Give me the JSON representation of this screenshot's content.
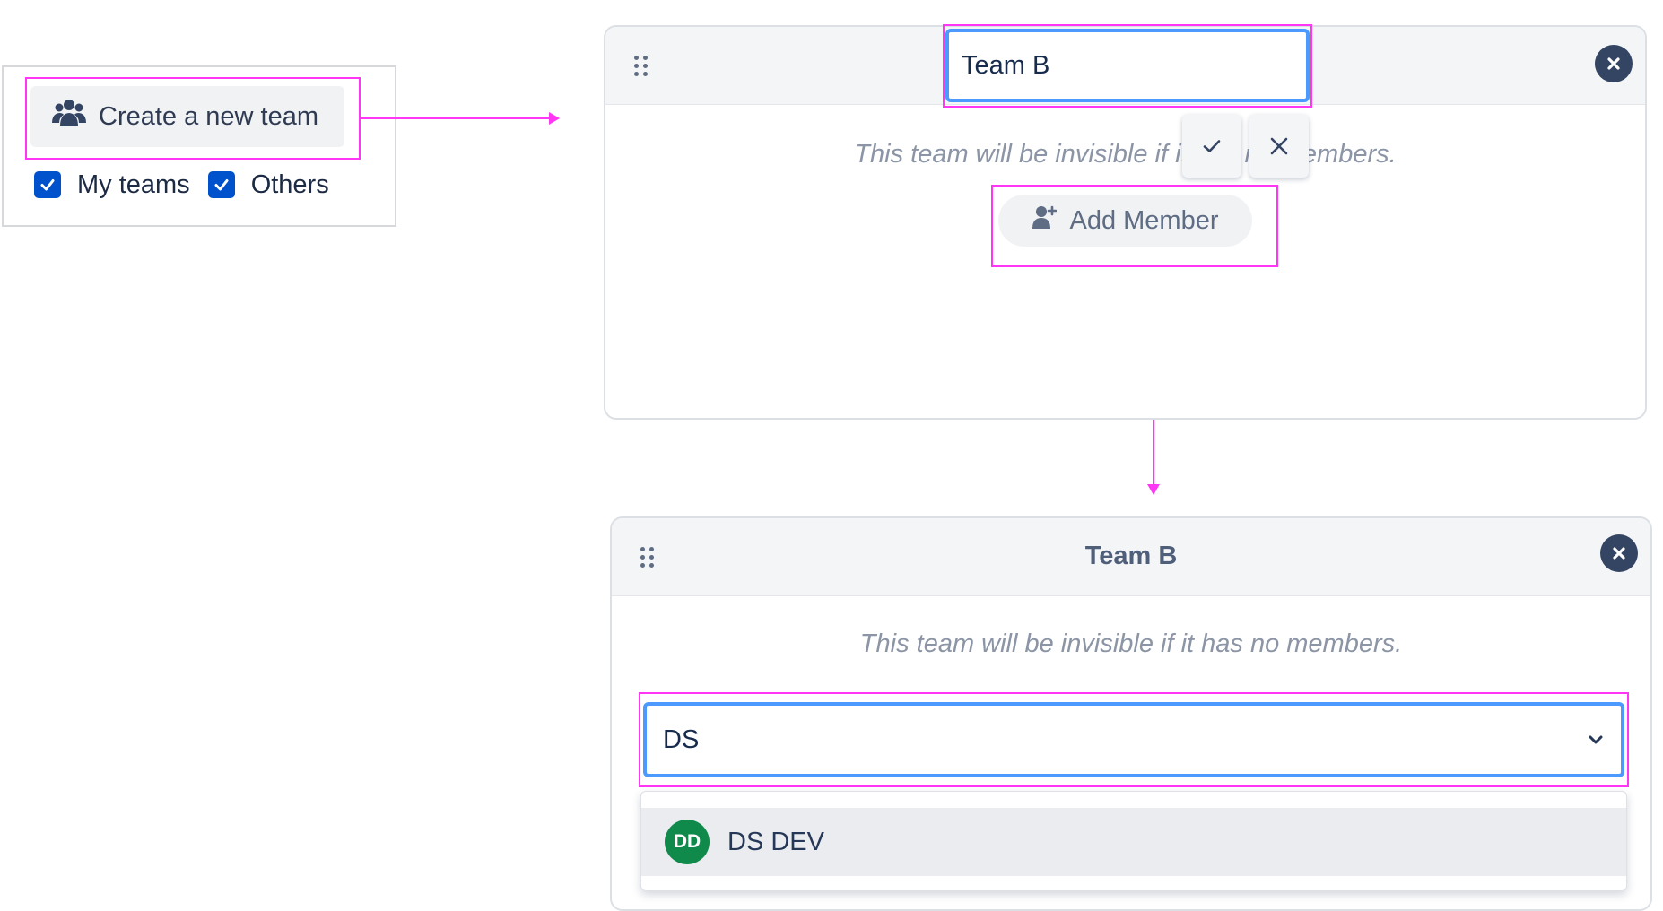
{
  "filters": {
    "create_team_label": "Create a new team",
    "my_teams_label": "My teams",
    "others_label": "Others",
    "my_teams_checked": true,
    "others_checked": true,
    "create_icon": "users-icon"
  },
  "editing_card": {
    "name_value": "Team B",
    "hint": "This team will be invisible if it has no members.",
    "add_member_label": "Add Member",
    "confirm_icon": "check-icon",
    "cancel_icon": "close-icon"
  },
  "member_card": {
    "title": "Team B",
    "hint": "This team will be invisible if it has no members.",
    "search_value": "DS",
    "options": [
      {
        "initials": "DD",
        "label": "DS DEV",
        "avatar_color": "#108a4a"
      }
    ]
  },
  "colors": {
    "accent": "#0052cc",
    "focus_ring": "#4c9aff",
    "annotation": "#ff37f5"
  }
}
